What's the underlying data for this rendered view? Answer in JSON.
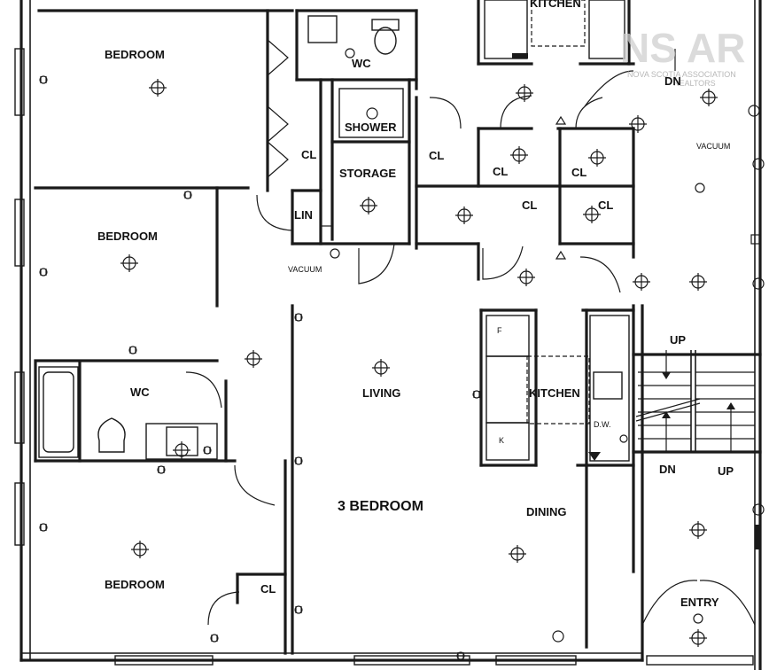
{
  "rooms": [
    {
      "id": "bedroom-1",
      "label": "BEDROOM"
    },
    {
      "id": "bedroom-2",
      "label": "BEDROOM"
    },
    {
      "id": "bedroom-3",
      "label": "BEDROOM"
    },
    {
      "id": "wc-top",
      "label": "WC"
    },
    {
      "id": "wc-left",
      "label": "WC"
    },
    {
      "id": "shower",
      "label": "SHOWER"
    },
    {
      "id": "storage",
      "label": "STORAGE"
    },
    {
      "id": "lin",
      "label": "LIN"
    },
    {
      "id": "cl-1",
      "label": "CL"
    },
    {
      "id": "cl-2",
      "label": "CL"
    },
    {
      "id": "cl-3",
      "label": "CL"
    },
    {
      "id": "cl-4",
      "label": "CL"
    },
    {
      "id": "cl-5",
      "label": "CL"
    },
    {
      "id": "cl-6",
      "label": "CL"
    },
    {
      "id": "cl-7",
      "label": "CL"
    },
    {
      "id": "living",
      "label": "LIVING"
    },
    {
      "id": "kitchen-main",
      "label": "KITCHEN"
    },
    {
      "id": "kitchen-top",
      "label": "KITCHEN"
    },
    {
      "id": "dining",
      "label": "DINING"
    },
    {
      "id": "entry",
      "label": "ENTRY"
    },
    {
      "id": "unit-title",
      "label": "3 BEDROOM"
    }
  ],
  "stairs": {
    "up_1": "UP",
    "dn_1": "DN",
    "up_2": "UP",
    "dn_top": "DN"
  },
  "notes": {
    "vacuum_1": "VACUUM",
    "vacuum_2": "VACUUM",
    "dw": "D.W.",
    "fridge": "F",
    "range": "K"
  },
  "watermark": {
    "logo": "NS AR",
    "tagline": "NOVA SCOTIA ASSOCIATION",
    "sub": "REALTORS"
  }
}
